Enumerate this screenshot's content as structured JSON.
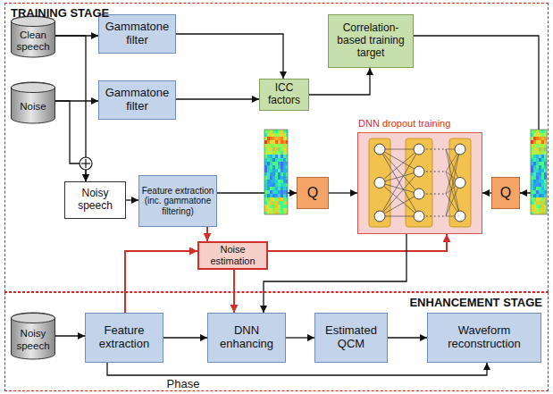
{
  "diagram": {
    "nodes": [
      {
        "text": [
          "TRAINING STAGE"
        ]
      },
      {
        "text": [
          "Clean speech"
        ],
        "in": 0
      },
      {
        "text": [
          "Noise"
        ],
        "in": 0
      },
      {
        "text": [
          "Gammatone filter"
        ],
        "in": 0
      },
      {
        "text": [
          "Gammatone filter"
        ],
        "in": 0
      },
      {
        "text": [
          "ICC factors"
        ],
        "in": 0
      },
      {
        "text": [
          "Correlation-based training target"
        ],
        "in": 0
      },
      {
        "text": [
          "Noisy speech"
        ],
        "in": 0
      },
      {
        "text": [
          "Feature extraction (inc. gammatone filtering)"
        ],
        "in": 0
      },
      {
        "text": [
          "Noise estimation"
        ],
        "in": 0
      },
      {
        "text": [
          "Q"
        ],
        "in": 0
      },
      {
        "text": [
          "DNN dropout training"
        ],
        "in": 0
      },
      {
        "text": [
          "Q"
        ],
        "in": 0
      },
      {
        "text": [
          "ENHANCEMENT STAGE"
        ]
      },
      {
        "text": [
          "Noisy speech"
        ],
        "in": 13
      },
      {
        "text": [
          "Feature extraction"
        ],
        "in": 13
      },
      {
        "text": [
          "DNN enhancing"
        ],
        "in": 13
      },
      {
        "text": [
          "Estimated QCM"
        ],
        "in": 13
      },
      {
        "text": [
          "Waveform reconstruction"
        ],
        "in": 13
      }
    ],
    "edges": [
      {
        "from": 1,
        "to": 3,
        "arrow": "to"
      },
      {
        "from": 2,
        "to": 4,
        "arrow": "to"
      },
      {
        "from": 1,
        "to": 7,
        "arrow": "to"
      },
      {
        "from": 2,
        "to": 7,
        "arrow": "to"
      },
      {
        "from": 3,
        "to": 5,
        "arrow": "to"
      },
      {
        "from": 4,
        "to": 5,
        "arrow": "to"
      },
      {
        "from": 5,
        "to": 6,
        "arrow": "to"
      },
      {
        "from": 6,
        "to": 12,
        "arrow": "to"
      },
      {
        "from": 12,
        "to": 11,
        "arrow": "to"
      },
      {
        "from": 7,
        "to": 8,
        "arrow": "to"
      },
      {
        "from": 8,
        "to": 9,
        "arrow": "to"
      },
      {
        "from": 8,
        "to": 10,
        "arrow": "to"
      },
      {
        "from": 10,
        "to": 11,
        "arrow": "to"
      },
      {
        "from": 9,
        "to": 11,
        "arrow": "to"
      },
      {
        "from": 9,
        "to": 16,
        "arrow": "to"
      },
      {
        "from": 15,
        "to": 9,
        "arrow": "to"
      },
      {
        "from": 11,
        "to": 16,
        "arrow": "to"
      },
      {
        "from": 14,
        "to": 15,
        "arrow": "to"
      },
      {
        "from": 15,
        "to": 16,
        "arrow": "to"
      },
      {
        "from": 16,
        "to": 17,
        "arrow": "to"
      },
      {
        "from": 17,
        "to": 18,
        "arrow": "to"
      },
      {
        "from": 15,
        "to": 18,
        "label": "Phase",
        "arrow": "to"
      }
    ]
  }
}
